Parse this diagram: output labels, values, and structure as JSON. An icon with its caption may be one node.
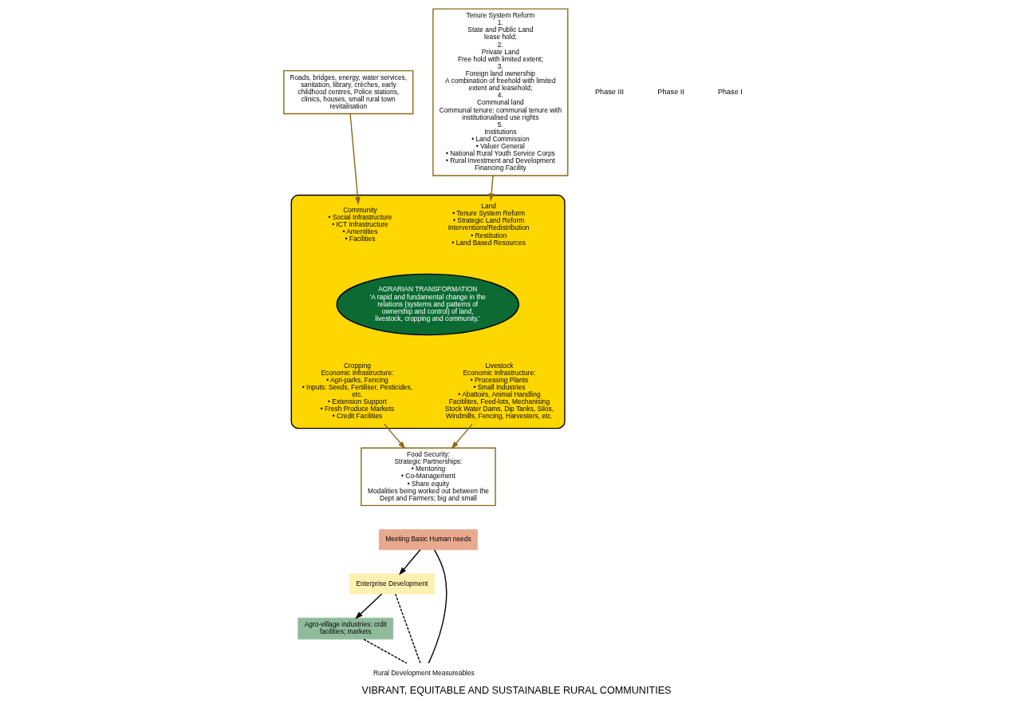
{
  "diagram": {
    "caption": "VIBRANT, EQUITABLE AND SUSTAINABLE RURAL COMMUNITIES",
    "nodes": [
      {
        "text": [],
        "shape": "ellipse"
      },
      {
        "text": [
          "Community",
          "• Social Infrastructure",
          "• ICT Infrastructure",
          "• Amentities",
          "• Facilities"
        ],
        "in": 0
      },
      {
        "text": [
          "Land",
          "• Tenure System Reform",
          "• Strategic Land Reform Interventions/Redistribution",
          "• Restitution",
          "• Land Based Resources"
        ],
        "in": 0
      },
      {
        "text": [
          "AGRARIAN TRANSFORMATION",
          "‘A rapid and fundamental change in the relations (systems and patterns of ownership and control) of land, livestock, cropping and community.’"
        ],
        "in": 0
      },
      {
        "text": [
          "Cropping",
          "Economic Infrastructure:",
          "• Agri-parks, Fencing",
          "• Inputs: Seeds, Fertiliser, Pesticides, etc.",
          "• Extension Support",
          "• Fresh Produce Markets",
          "• Credit Facilities"
        ],
        "in": 0
      },
      {
        "text": [
          "Livestock",
          "Economic Infrastructure:",
          "• Processing Plants",
          "• Small Industries",
          "• Abattoirs, Animal Handling Facitilites, Feed-lots, Mechanising Stock Water Dams, Dip Tanks, Silos, Windmills, Fencing, Harvesters, etc."
        ],
        "in": 0
      },
      {
        "text": [
          "Roads, bridges, energy, water services, sanitation, library, crèches, early childhood centres, Police stations, clinics, houses, small rural town revitalisation"
        ]
      },
      {
        "text": [
          "Tenure System Reform",
          "1.",
          "State and Public Land",
          "lease hold;",
          "2.",
          "Private Land",
          "Free hold with limited extent;",
          "3.",
          "Foreign land ownership",
          "A combination of freehold with limited extent and leasehold;",
          "4.",
          "Communal land",
          "Communal tenure: communal tenure with institutionalised use rights",
          "5.",
          "Institutions",
          "• Land Commission",
          "• Valuer General",
          "• National Rural Youth Service Corps",
          "• Rural Investment and Development Financing Facility"
        ]
      },
      {
        "text": [
          "Food Security:",
          "Strategic Partnerships:",
          "• Mentoring",
          "• Co-Management",
          "• Share equity",
          "Modalities being worked out between the Dept and Farmers; big and small"
        ]
      },
      {
        "text": [
          "Meeting Basic Human needs"
        ]
      },
      {
        "text": [
          "Enterprise Development"
        ]
      },
      {
        "text": [
          "Agro-village industries: crdit facilities; markets"
        ]
      },
      {
        "text": [
          "Rural Development Measureables"
        ]
      }
    ],
    "edges": [
      {
        "from": 6,
        "to": 1,
        "arrow": "to",
        "color": "#8b6914"
      },
      {
        "from": 7,
        "to": 2,
        "arrow": "to",
        "color": "#8b6914"
      },
      {
        "from": 4,
        "to": 8,
        "arrow": "to",
        "color": "#8b6914"
      },
      {
        "from": 5,
        "to": 8,
        "arrow": "to",
        "color": "#8b6914"
      },
      {
        "from": 9,
        "to": 10,
        "arrow": "to"
      },
      {
        "from": 10,
        "to": 11,
        "arrow": "to"
      },
      {
        "from": 9,
        "to": 12,
        "arrow": "none"
      },
      {
        "from": 10,
        "to": 12,
        "arrow": "none",
        "style": "dashed"
      },
      {
        "from": 11,
        "to": 12,
        "arrow": "none",
        "style": "dashed"
      }
    ],
    "labels": [
      "Phase III",
      "Phase II",
      "Phase I"
    ]
  }
}
